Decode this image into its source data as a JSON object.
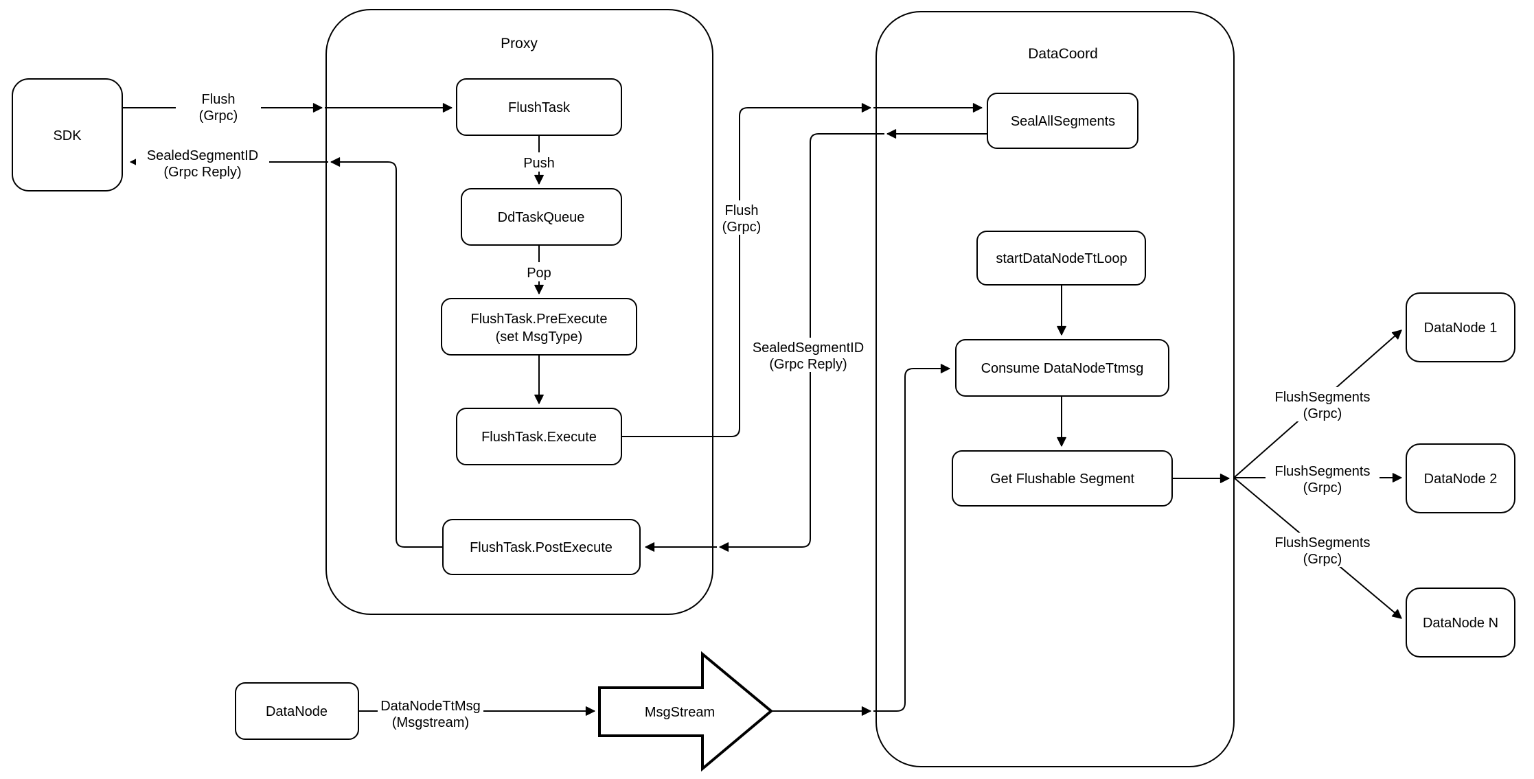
{
  "diagram": {
    "containers": {
      "proxy": "Proxy",
      "datacoord": "DataCoord"
    },
    "nodes": {
      "sdk": "SDK",
      "flush_task": "FlushTask",
      "dd_task_queue": "DdTaskQueue",
      "pre_execute": [
        "FlushTask.PreExecute",
        "(set MsgType)"
      ],
      "execute": "FlushTask.Execute",
      "post_execute": "FlushTask.PostExecute",
      "seal_all_segments": "SealAllSegments",
      "start_datanode_tt_loop": "startDataNodeTtLoop",
      "consume_datanode_ttmsg": "Consume DataNodeTtmsg",
      "get_flushable_segment": "Get Flushable Segment",
      "datanode_1": "DataNode 1",
      "datanode_2": "DataNode 2",
      "datanode_n": "DataNode N",
      "datanode": "DataNode",
      "msgstream": "MsgStream"
    },
    "edge_labels": {
      "sdk_flush": [
        "Flush",
        "(Grpc)"
      ],
      "sdk_reply": [
        "SealedSegmentID",
        "(Grpc Reply)"
      ],
      "push": "Push",
      "pop": "Pop",
      "coord_flush": [
        "Flush",
        "(Grpc)"
      ],
      "coord_reply": [
        "SealedSegmentID",
        "(Grpc Reply)"
      ],
      "flush_segments_1": [
        "FlushSegments",
        "(Grpc)"
      ],
      "flush_segments_2": [
        "FlushSegments",
        "(Grpc)"
      ],
      "flush_segments_3": [
        "FlushSegments",
        "(Grpc)"
      ],
      "datanode_ttmsg": [
        "DataNodeTtMsg",
        "(Msgstream)"
      ]
    },
    "colors": {
      "stroke": "#000000",
      "background": "#ffffff"
    }
  }
}
